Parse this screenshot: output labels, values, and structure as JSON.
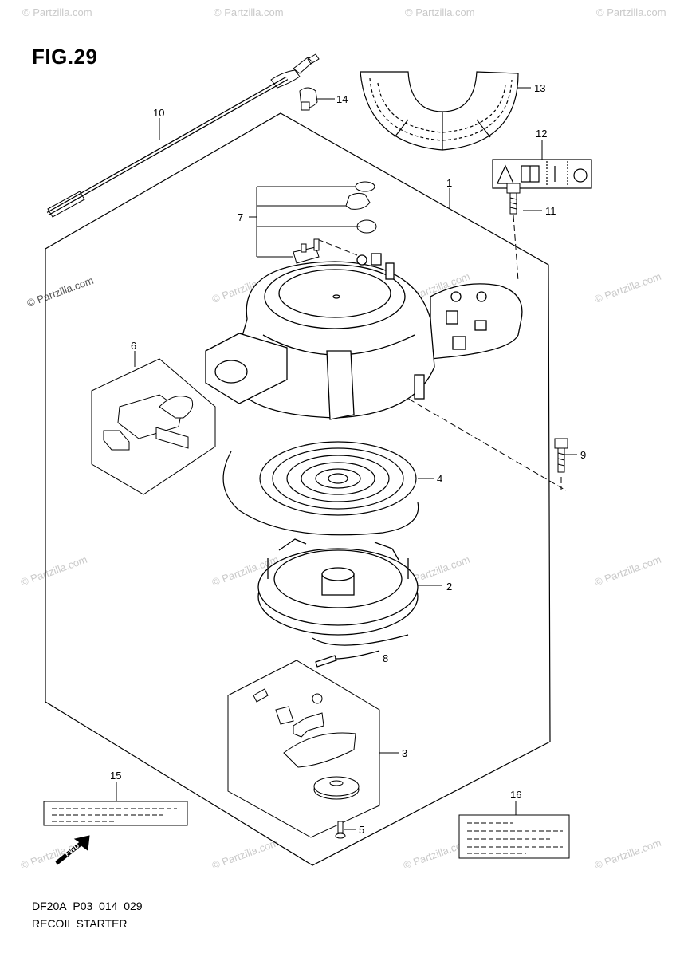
{
  "figure": {
    "title": "FIG.29",
    "code": "DF20A_P03_014_029",
    "name": "RECOIL STARTER"
  },
  "watermark": "© Partzilla.com",
  "callouts": [
    "1",
    "2",
    "3",
    "4",
    "5",
    "6",
    "7",
    "8",
    "9",
    "10",
    "11",
    "12",
    "13",
    "14",
    "15",
    "16"
  ],
  "fwd_label": "FWD"
}
